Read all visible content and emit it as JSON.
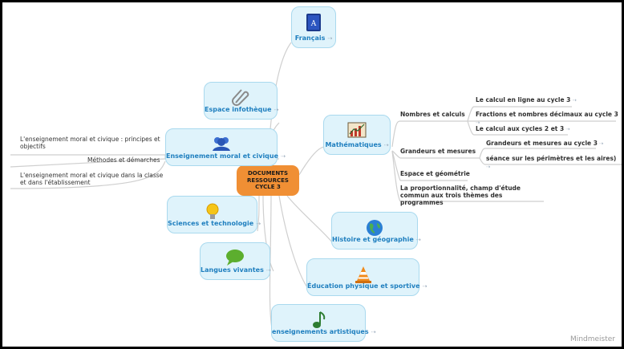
{
  "central": {
    "line1": "DOCUMENTS",
    "line2": "RESSOURCES",
    "line3": "CYCLE 3"
  },
  "topics": {
    "francais": {
      "label": "Français",
      "icon": "book-icon"
    },
    "espace": {
      "label": "Espace infothèque",
      "icon": "paperclip-icon"
    },
    "emc": {
      "label": "Enseignement moral et civique",
      "icon": "people-icon"
    },
    "sciences": {
      "label": "Sciences et technologie",
      "icon": "lightbulb-icon"
    },
    "langues": {
      "label": "Langues vivantes",
      "icon": "speech-bubble-icon"
    },
    "maths": {
      "label": "Mathématiques",
      "icon": "chart-icon"
    },
    "histoire": {
      "label": "Histoire et géographie",
      "icon": "globe-icon"
    },
    "eps": {
      "label": "Éducation physique et sportive",
      "icon": "cone-icon"
    },
    "arts": {
      "label": "enseignements artistiques",
      "icon": "music-note-icon"
    }
  },
  "emc_children": [
    {
      "text": "L'enseignement moral et civique : principes et objectifs"
    },
    {
      "text": "Méthodes et démarches"
    },
    {
      "text": "L'enseignement moral et civique dans la classe et dans l'établissement"
    }
  ],
  "maths_children": {
    "nombres": {
      "label": "Nombres et calculs",
      "items": [
        "Le calcul en ligne au cycle 3",
        "Fractions et nombres décimaux au cycle 3",
        "Le calcul aux cycles 2 et 3"
      ]
    },
    "grandeurs": {
      "label": "Grandeurs et mesures",
      "items": [
        "Grandeurs et mesures au cycle 3",
        "séance sur les périmètres et les aires)"
      ]
    },
    "espace": {
      "label": "Espace et géométrie"
    },
    "proportionnalite": {
      "label": "La proportionnalité, champ d'étude commun aux trois thèmes des programmes"
    }
  },
  "watermark": "Mindmeister",
  "colors": {
    "node_bg": "#dff3fb",
    "node_border": "#a9d9ee",
    "central": "#f08f34",
    "label": "#1f7fbf",
    "link": "#c9c9c9"
  }
}
